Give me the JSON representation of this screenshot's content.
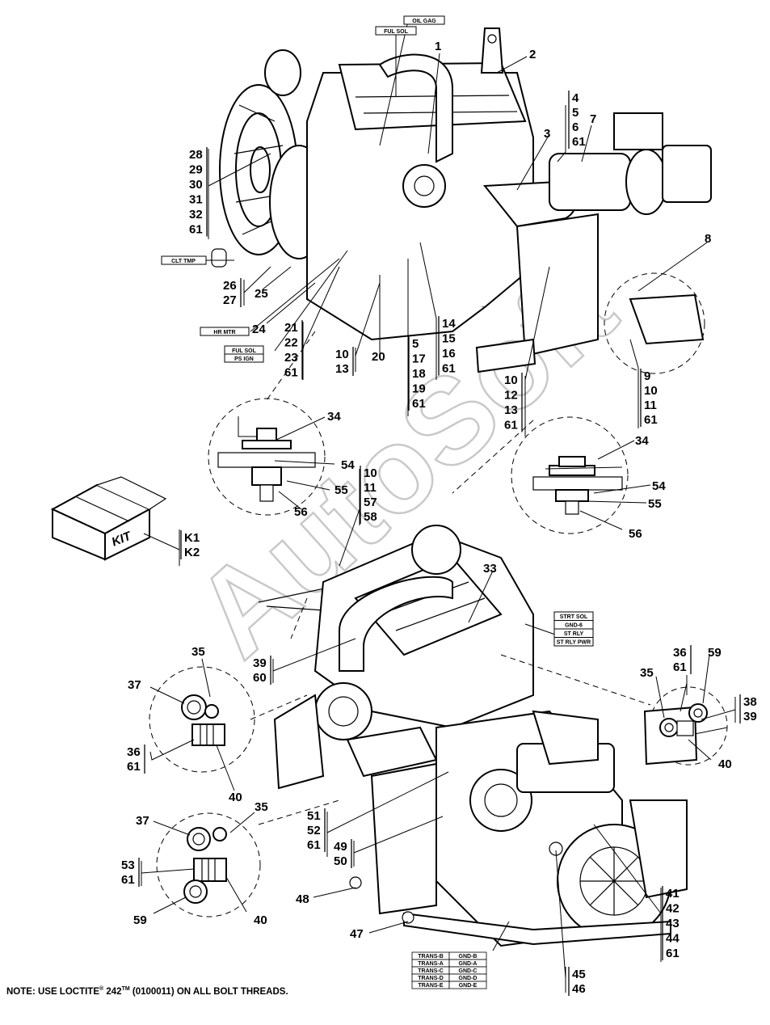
{
  "diagram": {
    "callouts": {
      "c1": "1",
      "c2": "2",
      "c3": "3",
      "c7": "7",
      "c8": "8",
      "c4_61": [
        "4",
        "5",
        "6",
        "61"
      ],
      "c28_61": [
        "28",
        "29",
        "30",
        "31",
        "32",
        "61"
      ],
      "c26_27": [
        "26",
        "27"
      ],
      "c25": "25",
      "c24": "24",
      "c21_61": [
        "21",
        "22",
        "23",
        "61"
      ],
      "c10_13": [
        "10",
        "13"
      ],
      "c20": "20",
      "c5_61": [
        "5",
        "17",
        "18",
        "19",
        "61"
      ],
      "c14_61": [
        "14",
        "15",
        "16",
        "61"
      ],
      "c10b": [
        "10",
        "12",
        "13",
        "61"
      ],
      "c9_61": [
        "9",
        "10",
        "11",
        "61"
      ],
      "c34a": "34",
      "c54a": "54",
      "c55a": "55",
      "c56a": "56",
      "c10_58": [
        "10",
        "11",
        "57",
        "58"
      ],
      "c34b": "34",
      "c54b": "54",
      "c55b": "55",
      "c56b": "56",
      "kit": [
        "K1",
        "K2"
      ],
      "c33": "33",
      "c39_60": [
        "39",
        "60"
      ],
      "c35a": "35",
      "c37a": "37",
      "c36_61a": [
        "36",
        "61"
      ],
      "c40a": "40",
      "c36_61b": [
        "36",
        "61"
      ],
      "c59a": "59",
      "c35b": "35",
      "c38_39": [
        "38",
        "39"
      ],
      "c40b": "40",
      "c37b": "37",
      "c35c": "35",
      "c53_61": [
        "53",
        "61"
      ],
      "c59b": "59",
      "c40c": "40",
      "c51_61": [
        "51",
        "52",
        "61"
      ],
      "c49_50": [
        "49",
        "50"
      ],
      "c48": "48",
      "c47": "47",
      "c41_61": [
        "41",
        "42",
        "43",
        "44",
        "61"
      ],
      "c45_46": [
        "45",
        "46"
      ]
    },
    "tags": {
      "ful_sol": "FUL SOL",
      "oil_gag": "OIL GAG",
      "clt_tmp": "CLT TMP",
      "hr_mtr": "HR MTR",
      "ful_sol_ps_ign": [
        "FUL SOL",
        "PS IGN"
      ],
      "strt_sol": [
        "STRT SOL",
        "GND-6",
        "ST RLY",
        "ST RLY PWR"
      ],
      "trans_table": [
        [
          "TRANS-B",
          "GND-B"
        ],
        [
          "TRANS-A",
          "GND-A"
        ],
        [
          "TRANS-C",
          "GND-C"
        ],
        [
          "TRANS-D",
          "GND-D"
        ],
        [
          "TRANS-E",
          "GND-E"
        ]
      ]
    },
    "kit_box_label": "KIT",
    "watermark": "AutoSoft",
    "note": {
      "prefix": "NOTE:   USE LOCTITE",
      "reg": "®",
      "mid": " 242",
      "tm": "TM",
      "suffix": " (0100011) ON ALL BOLT THREADS."
    }
  }
}
